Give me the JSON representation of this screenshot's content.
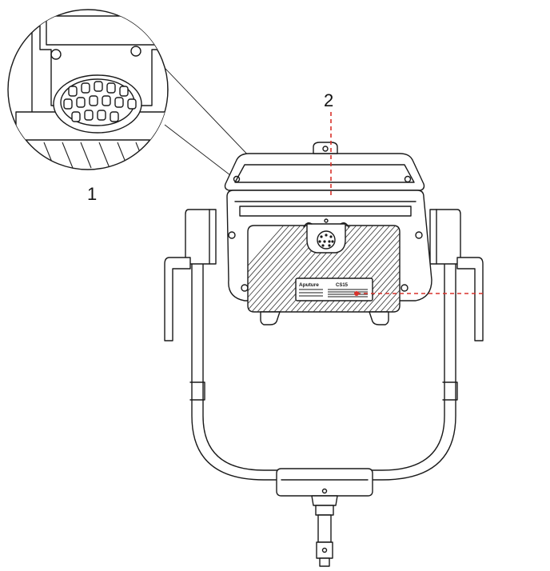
{
  "callouts": {
    "label_1": "1",
    "label_2": "2"
  },
  "plate": {
    "brand": "Aputure",
    "model": "CS15"
  },
  "colors": {
    "leader_dashed": "#d8322b",
    "ink": "#1a1a1a",
    "background": "#ffffff"
  }
}
